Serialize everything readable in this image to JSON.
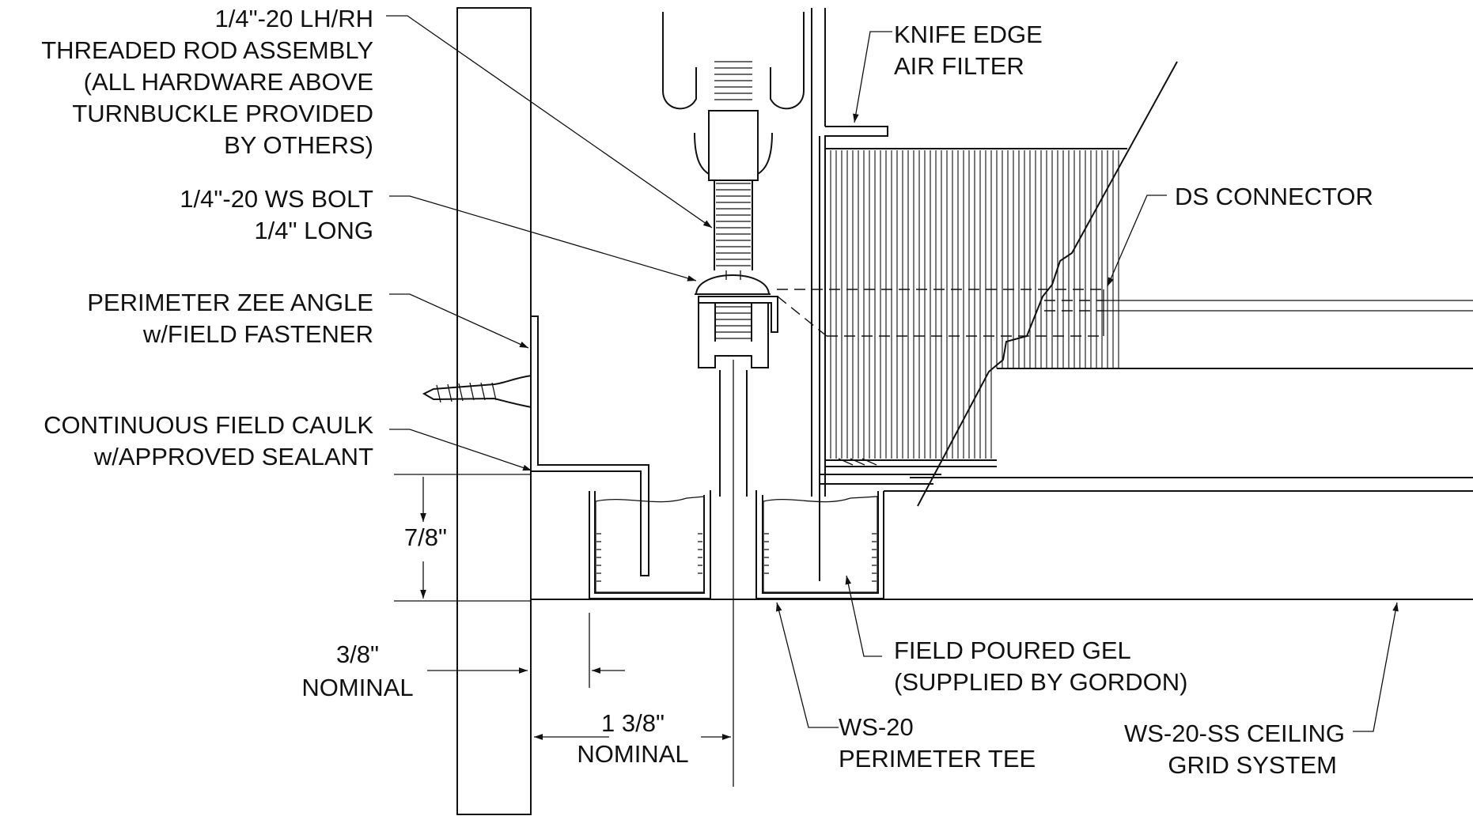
{
  "labels": {
    "threaded_rod": [
      "1/4\"-20 LH/RH",
      "THREADED ROD ASSEMBLY",
      "(ALL HARDWARE ABOVE",
      "TURNBUCKLE PROVIDED",
      "BY OTHERS)"
    ],
    "ws_bolt": [
      "1/4\"-20 WS BOLT",
      "1/4\" LONG"
    ],
    "zee_angle": [
      "PERIMETER ZEE ANGLE",
      "w/FIELD FASTENER"
    ],
    "caulk": [
      "CONTINUOUS FIELD CAULK",
      "w/APPROVED SEALANT"
    ],
    "knife_edge": [
      "KNIFE EDGE",
      "AIR FILTER"
    ],
    "ds_connector": [
      "DS CONNECTOR"
    ],
    "gel": [
      "FIELD POURED GEL",
      "(SUPPLIED BY GORDON)"
    ],
    "perimeter_tee": [
      "WS-20",
      "PERIMETER TEE"
    ],
    "grid_system": [
      "WS-20-SS CEILING",
      "GRID SYSTEM"
    ]
  },
  "dimensions": {
    "height": "7/8\"",
    "gap": [
      "3/8\"",
      "NOMINAL"
    ],
    "width": [
      "1 3/8\"",
      "NOMINAL"
    ]
  }
}
